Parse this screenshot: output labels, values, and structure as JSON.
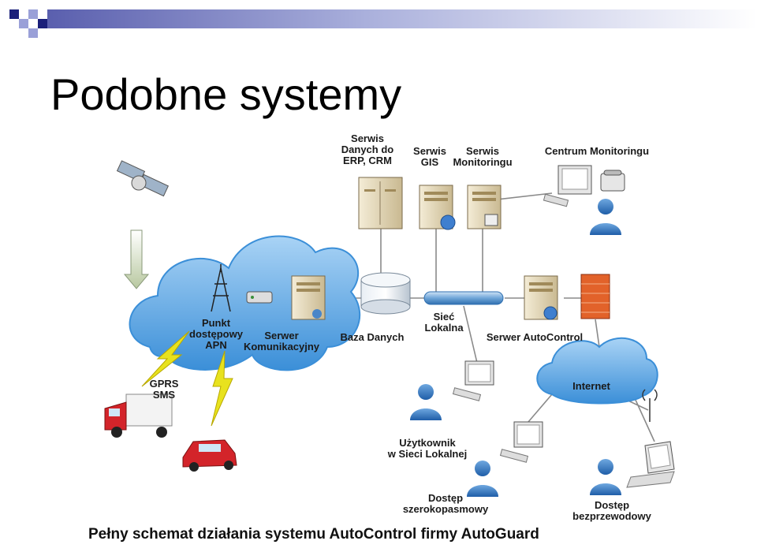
{
  "slide": {
    "title": "Podobne systemy",
    "caption": "Pełny schemat działania systemu AutoControl firmy AutoGuard"
  },
  "labels": {
    "serwis_erp": [
      "Serwis",
      "Danych do",
      "ERP, CRM"
    ],
    "serwis_gis": [
      "Serwis",
      "GIS"
    ],
    "serwis_monitoringu": [
      "Serwis",
      "Monitoringu"
    ],
    "centrum_monitoringu": [
      "Centrum Monitoringu"
    ],
    "punkt_apn": [
      "Punkt",
      "dostępowy",
      "APN"
    ],
    "serwer_komunikacyjny": [
      "Serwer",
      "Komunikacyjny"
    ],
    "baza_danych": [
      "Baza Danych"
    ],
    "siec_lokalna": [
      "Sieć",
      "Lokalna"
    ],
    "serwer_autocontrol": [
      "Serwer AutoControl"
    ],
    "internet": [
      "Internet"
    ],
    "gprs_sms": [
      "GPRS",
      "SMS"
    ],
    "uzytkownik": [
      "Użytkownik",
      "w Sieci Lokalnej"
    ],
    "dostep_szerokopasmowy": [
      "Dostęp",
      "szerokopasmowy"
    ],
    "dostep_bezprzewodowy": [
      "Dostęp",
      "bezprzewodowy"
    ]
  },
  "colors": {
    "deco_dark": "#1a1f7a",
    "deco_light": "#9aa0d8",
    "cloud": "#5fa6e3",
    "cloud_light": "#b9dcf7",
    "server": "#e8dcc0",
    "truck": "#d3242a",
    "bolt": "#e8e21e",
    "firewall": "#e2622a"
  }
}
